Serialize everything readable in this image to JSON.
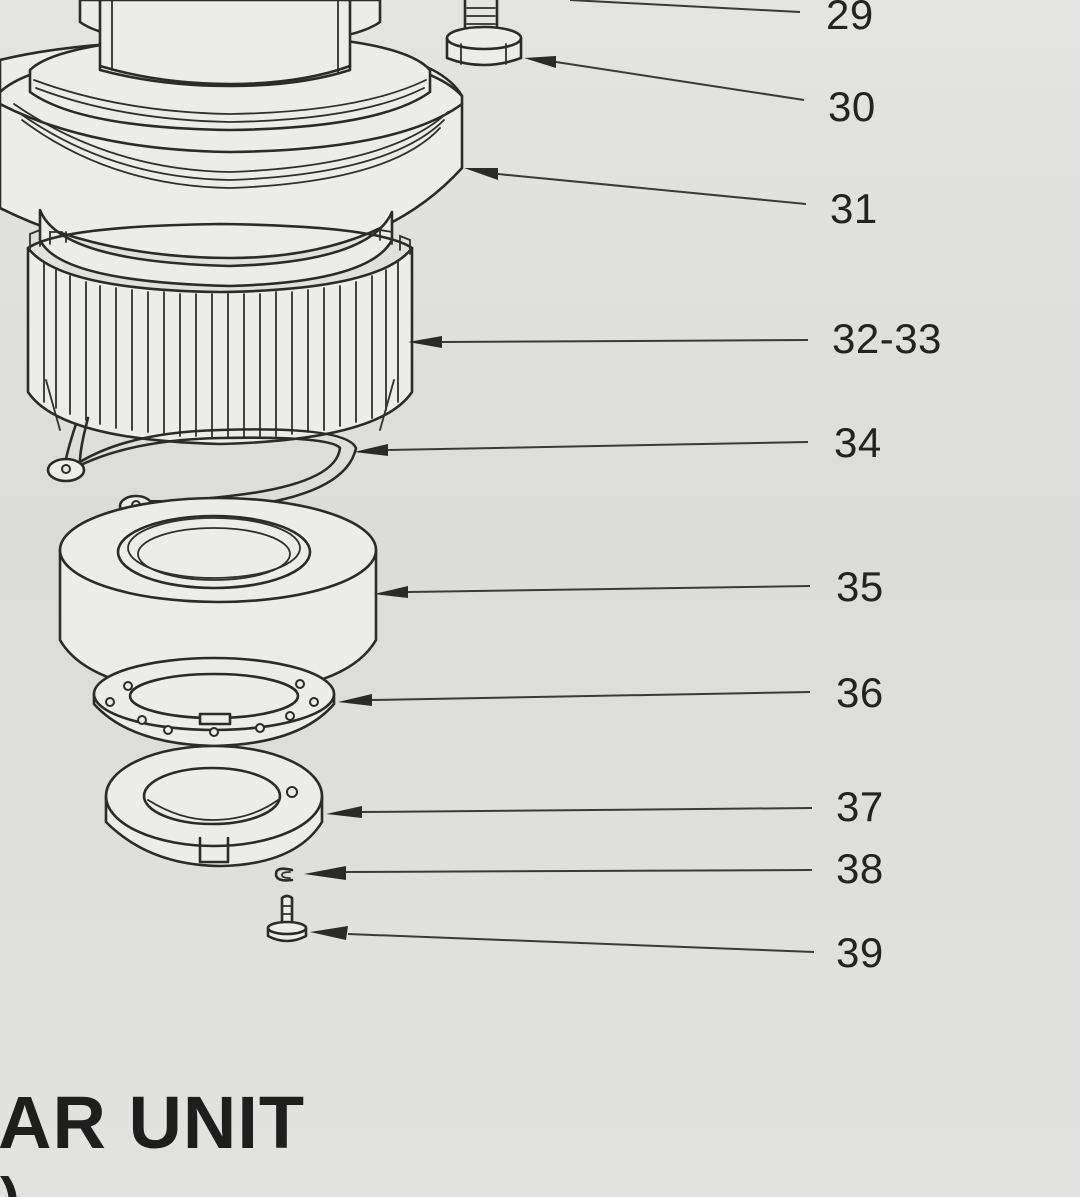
{
  "callouts": {
    "c29": "29",
    "c30": "30",
    "c31": "31",
    "c32_33": "32-33",
    "c34": "34",
    "c35": "35",
    "c36": "36",
    "c37": "37",
    "c38": "38",
    "c39": "39"
  },
  "heading": {
    "title": "AR UNIT",
    "fragment": ")"
  }
}
